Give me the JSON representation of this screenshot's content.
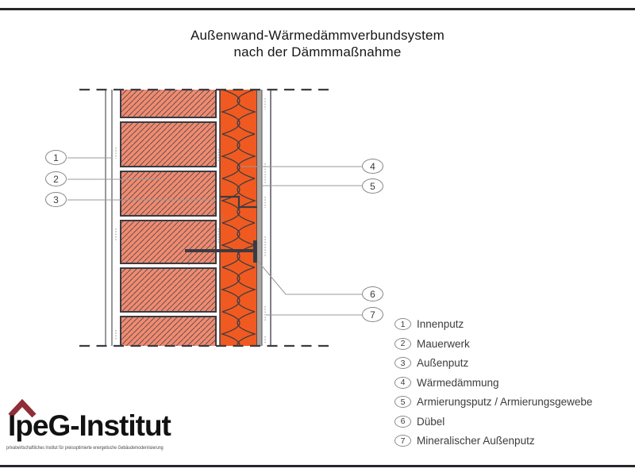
{
  "title": {
    "line1": "Außenwand-Wärmedämmverbundsystem",
    "line2": "nach der Dämmmaßnahme"
  },
  "legend": {
    "items": [
      {
        "num": "1",
        "label": "Innenputz"
      },
      {
        "num": "2",
        "label": "Mauerwerk"
      },
      {
        "num": "3",
        "label": "Außenputz"
      },
      {
        "num": "4",
        "label": "Wärmedämmung"
      },
      {
        "num": "5",
        "label": "Armierungsputz / Armierungsgewebe"
      },
      {
        "num": "6",
        "label": "Dübel"
      },
      {
        "num": "7",
        "label": "Mineralischer Außenputz"
      }
    ]
  },
  "logo": {
    "name": "IpeG-Institut",
    "tagline": "privatwirtschaftliches Institut für preisoptimierte energetische Gebäudemodernisierung"
  },
  "colors": {
    "brick_fill": "#F28A6E",
    "insulation_fill": "#F05A20",
    "outline": "#3B3B43",
    "armierung_gray": "#ABA5A3",
    "leader_line": "#9A9A9A",
    "logo_roof": "#8E2F37",
    "frame_rule": "#26262B"
  }
}
